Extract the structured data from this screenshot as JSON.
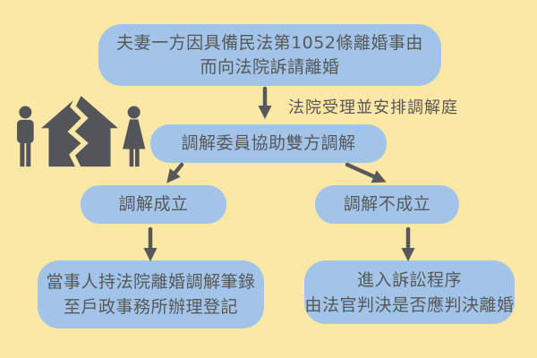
{
  "palette": {
    "background": "#FBE7A6",
    "box_fill": "#A1C4E8",
    "text": "#585859",
    "arrow": "#58585A",
    "icon": "#54555A"
  },
  "icons": {
    "divorce": "broken-house-with-man-and-woman"
  },
  "flow": {
    "petition": {
      "line1": "夫妻一方因具備民法第1052條離婚事由",
      "line2": "而向法院訴請離婚"
    },
    "court_label": "法院受理並安排調解庭",
    "mediation": "調解委員協助雙方調解",
    "success": "調解成立",
    "failure": "調解不成立",
    "registration": {
      "line1": "當事人持法院離婚調解筆錄",
      "line2": "至戶政事務所辦理登記"
    },
    "litigation": {
      "line1": "進入訴訟程序",
      "line2": "由法官判決是否應判決離婚"
    }
  }
}
